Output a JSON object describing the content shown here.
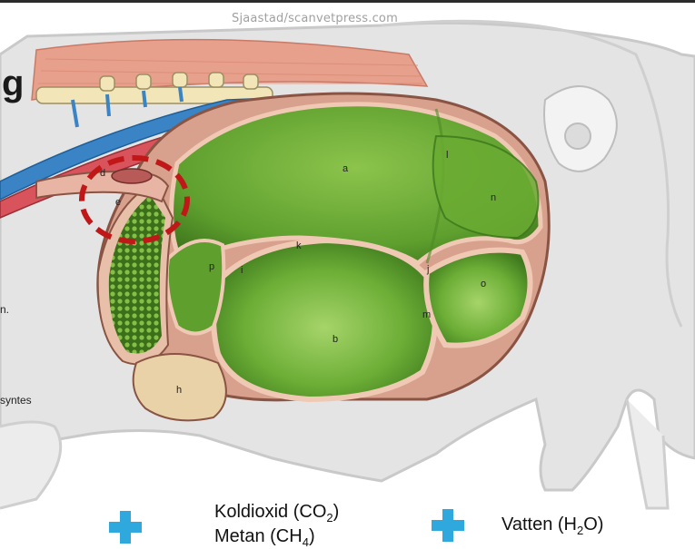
{
  "credit": "Sjaastad/scanvetpress.com",
  "edge_fragments": {
    "title_fragment": "g",
    "text_fragment_1": "n.",
    "text_fragment_2": "syntes"
  },
  "figure": {
    "labels": [
      "a",
      "b",
      "d",
      "e",
      "h",
      "i",
      "j",
      "k",
      "l",
      "m",
      "n",
      "o",
      "p"
    ]
  },
  "products": {
    "co2_label": "Koldioxid (CO",
    "co2_sub": "2",
    "co2_close": ")",
    "ch4_label": "Metan (CH",
    "ch4_sub": "4",
    "ch4_close": ")",
    "h2o_label": "Vatten (H",
    "h2o_sub": "2",
    "h2o_close": "O)"
  },
  "colors": {
    "rumen_green": "#6fb33a",
    "highlight_circle": "#c01818",
    "plus_blue": "#2fa8de",
    "body_outline": "#c9c9c9"
  },
  "icons": [
    "plus-icon",
    "plus-icon"
  ]
}
